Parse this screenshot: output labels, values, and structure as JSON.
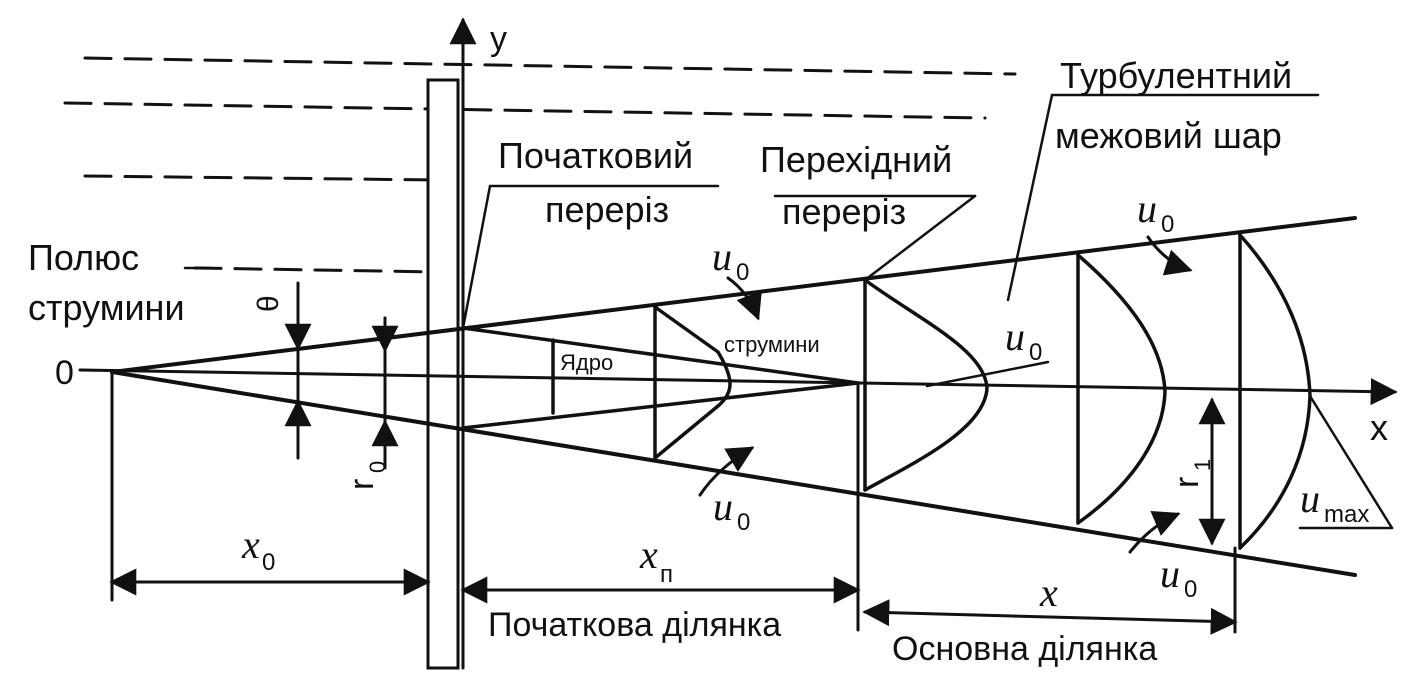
{
  "axes": {
    "x_label": "x",
    "y_label": "y"
  },
  "labels": {
    "pole_line1": "Полюс",
    "pole_line2": "струмини",
    "origin": "0",
    "theta": "θ",
    "initial_section_line1": "Початковий",
    "initial_section_line2": "переріз",
    "transition_section_line1": "Перехідний",
    "transition_section_line2": "переріз",
    "turbulent_line1": "Турбулентний",
    "turbulent_line2": "межовий шар",
    "core_line1": "Ядро",
    "core_line2": "струмини",
    "initial_zone": "Початкова ділянка",
    "main_zone": "Основна ділянка"
  },
  "symbols": {
    "u0": "u",
    "u0_sub": "0",
    "umax": "u",
    "umax_sub": "max",
    "r0": "r",
    "r0_sub": "0",
    "r1": "r",
    "r1_sub": "1",
    "x0": "x",
    "x0_sub": "0",
    "xn": "x",
    "xn_sub": "п",
    "x": "x"
  },
  "colors": {
    "ink": "#111111",
    "background": "#ffffff"
  }
}
